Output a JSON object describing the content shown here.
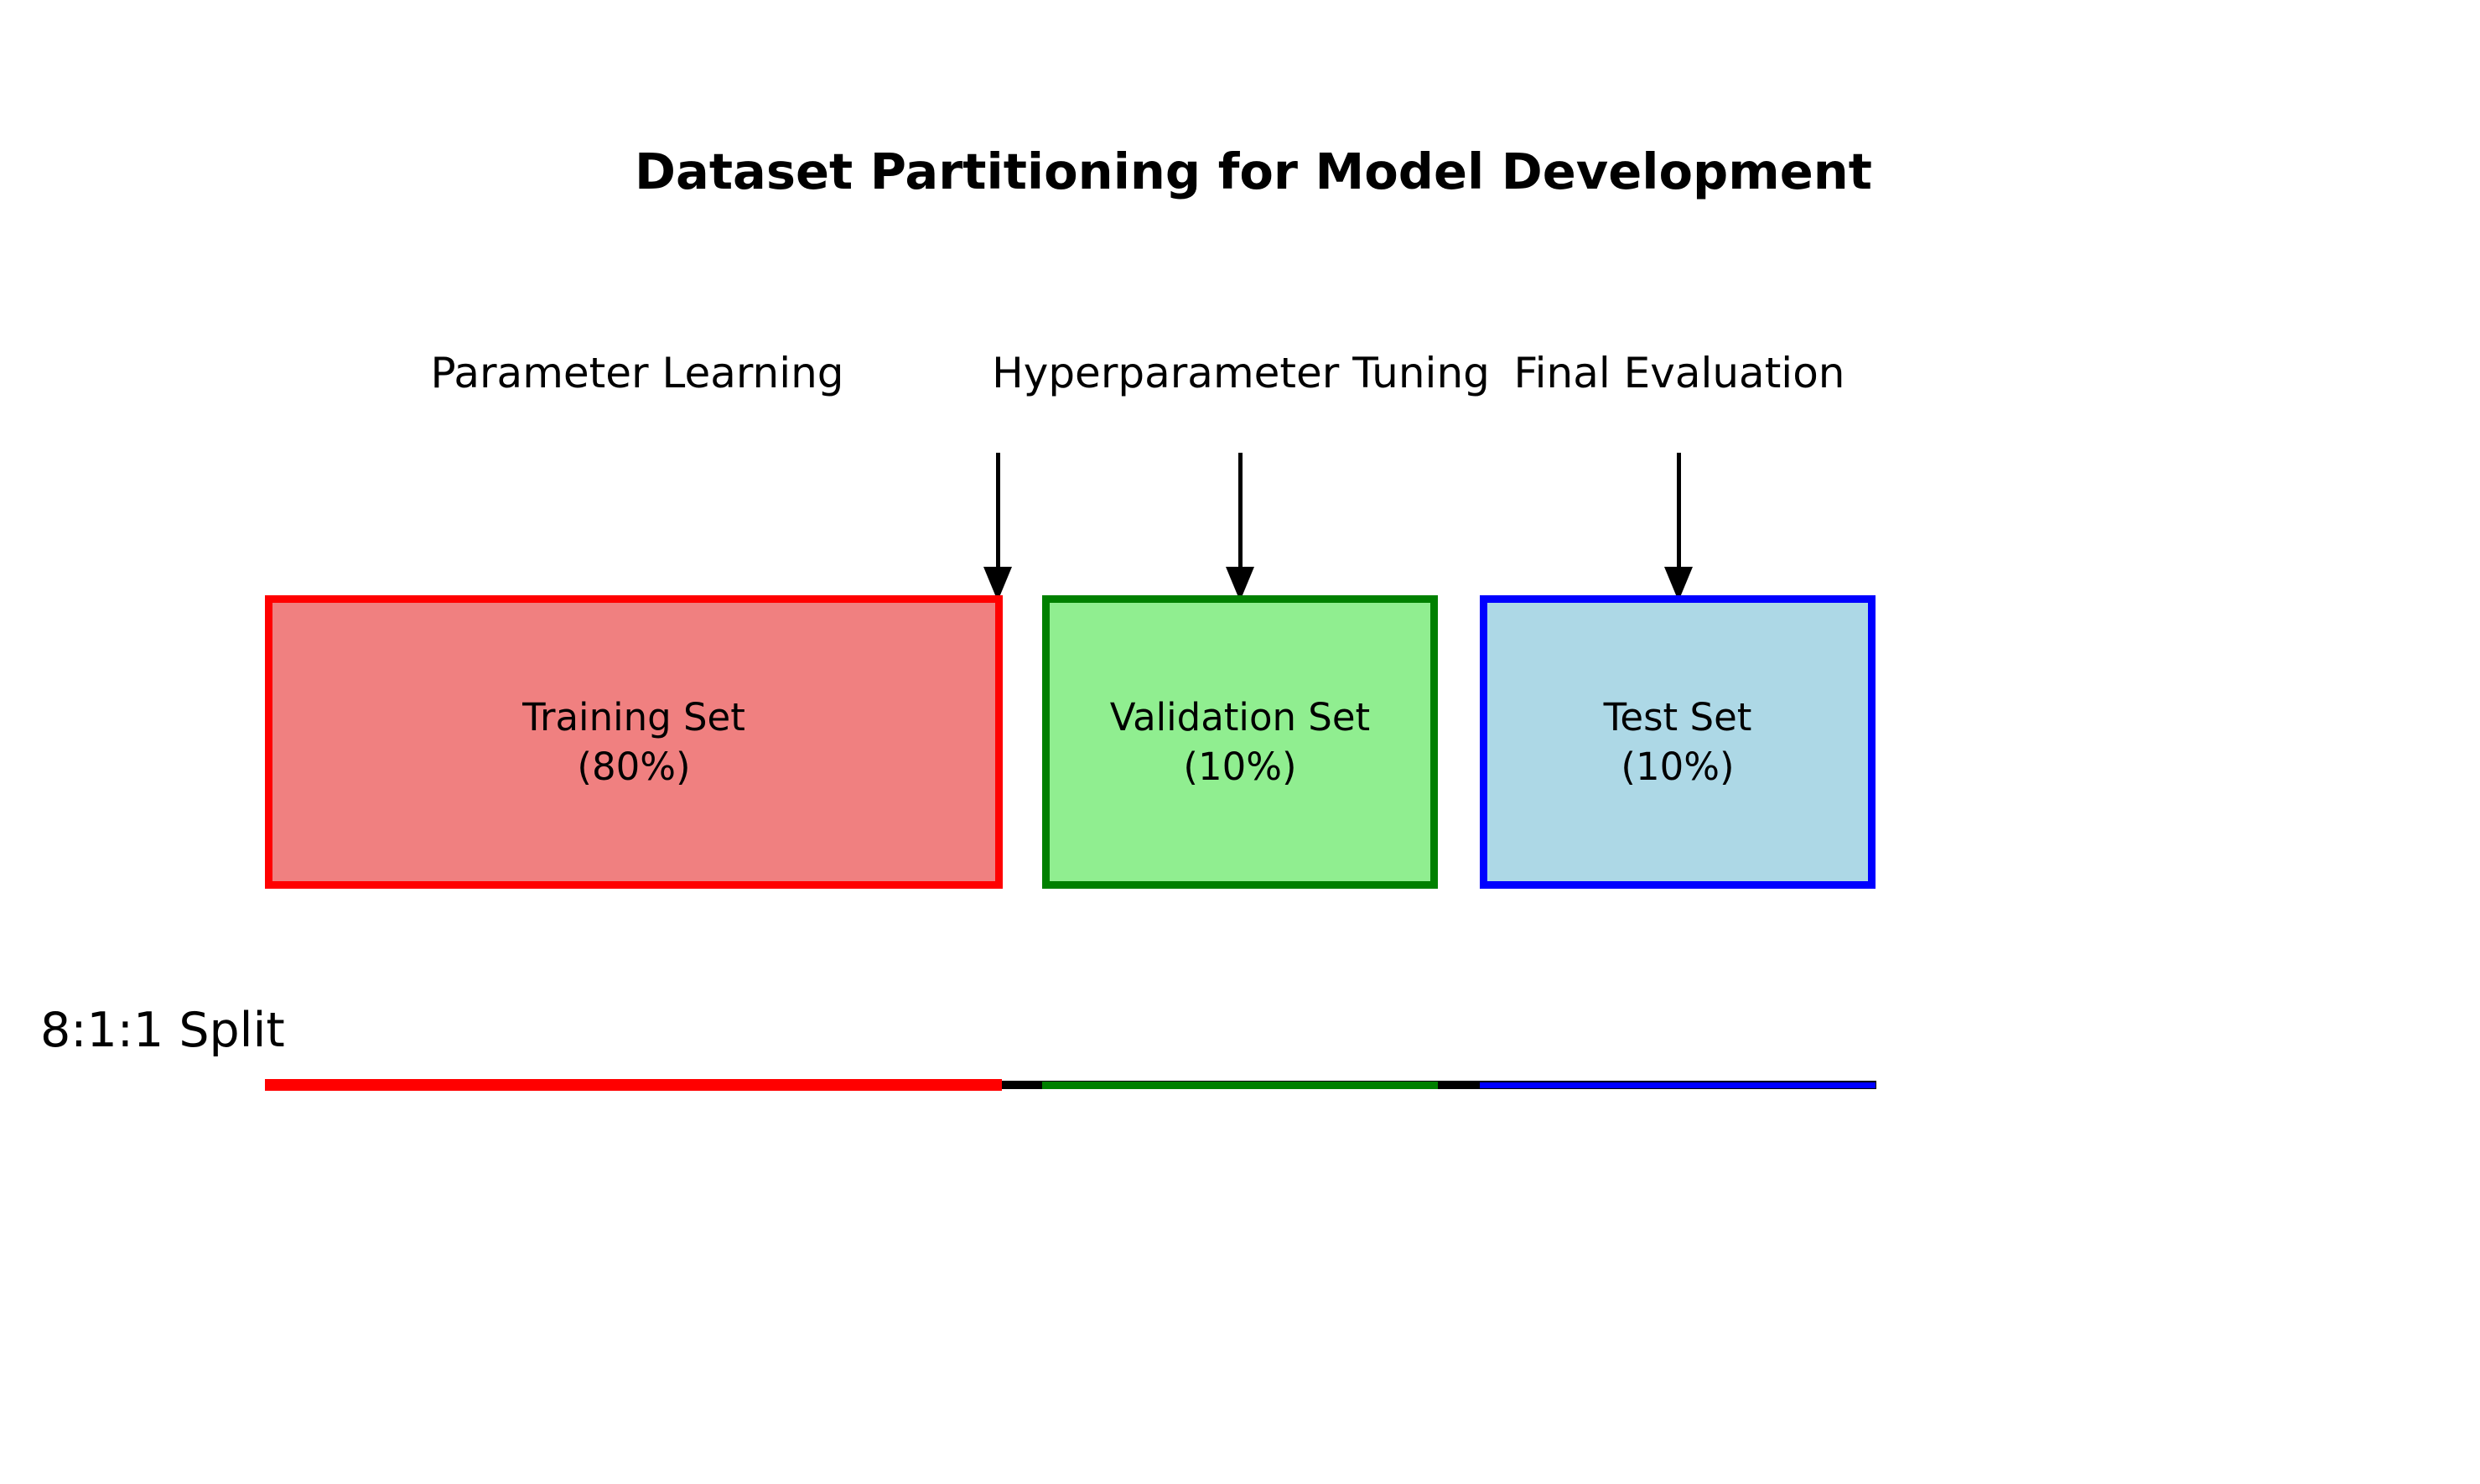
{
  "title": "Dataset Partitioning for Model Development",
  "annotations": [
    {
      "label": "Parameter Learning"
    },
    {
      "label": "Hyperparameter Tuning"
    },
    {
      "label": "Final Evaluation"
    }
  ],
  "partitions": [
    {
      "name": "Training Set",
      "share": "(80%)",
      "border_color": "#ff0000",
      "fill_color": "#f08080"
    },
    {
      "name": "Validation Set",
      "share": "(10%)",
      "border_color": "#008000",
      "fill_color": "#90ee90"
    },
    {
      "name": "Test Set",
      "share": "(10%)",
      "border_color": "#0000ff",
      "fill_color": "#add8e6"
    }
  ],
  "split_label": "8:1:1 Split",
  "ratio_line": {
    "baseline_color": "#000000",
    "segment_colors": [
      "#ff0000",
      "#008000",
      "#0000ff"
    ]
  }
}
